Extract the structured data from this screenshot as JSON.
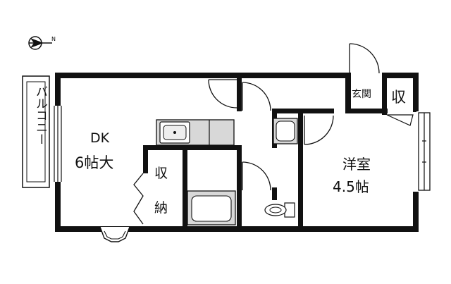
{
  "compass": {
    "north_label": "N",
    "icon": "north-arrow-icon"
  },
  "rooms": {
    "balcony": "バルコニー",
    "dk_name": "DK",
    "dk_size": "6帖大",
    "storage_dk_1": "収",
    "storage_dk_2": "納",
    "entrance": "玄関",
    "storage_entrance": "収",
    "western_name": "洋室",
    "western_size": "4.5帖"
  },
  "fixtures": [
    "kitchen-sink-icon",
    "washbasin-icon",
    "bathtub-icon",
    "toilet-icon",
    "bay-window-icon"
  ],
  "colors": {
    "wall": "#111111",
    "background": "#ffffff",
    "fixture_fill": "#d8d8d8"
  }
}
